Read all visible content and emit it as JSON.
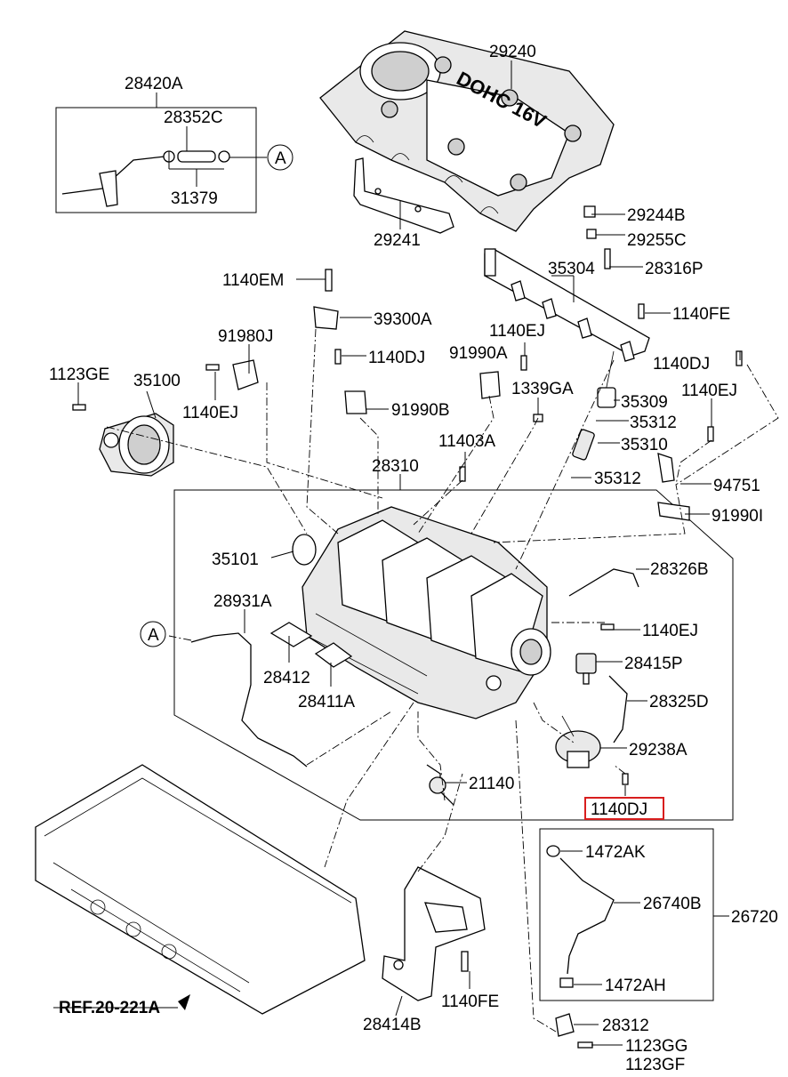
{
  "labels": {
    "p29240": "29240",
    "p28420A": "28420A",
    "p28352C": "28352C",
    "p31379": "31379",
    "p29241": "29241",
    "p29244B": "29244B",
    "p29255C": "29255C",
    "p28316P": "28316P",
    "p35304": "35304",
    "p1140EM": "1140EM",
    "p39300A": "39300A",
    "p1140FE_top": "1140FE",
    "p91980J": "91980J",
    "p1140EJ_a": "1140EJ",
    "p1140DJ_a": "1140DJ",
    "p91990A": "91990A",
    "p1140DJ_b": "1140DJ",
    "p1123GE": "1123GE",
    "p35100": "35100",
    "p1339GA": "1339GA",
    "p35309": "35309",
    "p1140EJ_b": "1140EJ",
    "p1140EJ_c": "1140EJ",
    "p91990B": "91990B",
    "p35312_a": "35312",
    "p11403A": "11403A",
    "p35310": "35310",
    "p28310": "28310",
    "p35312_b": "35312",
    "p94751": "94751",
    "p91990I": "91990I",
    "p35101": "35101",
    "p28326B": "28326B",
    "p28931A": "28931A",
    "p1140EJ_d": "1140EJ",
    "p28415P": "28415P",
    "p28412": "28412",
    "p28411A": "28411A",
    "p28325D": "28325D",
    "p29238A": "29238A",
    "p21140": "21140",
    "p1140DJ_hl": "1140DJ",
    "p1472AK": "1472AK",
    "p26740B": "26740B",
    "p26720": "26720",
    "p1472AH": "1472AH",
    "p28414B": "28414B",
    "p1140FE_bot": "1140FE",
    "p28312": "28312",
    "p1123GG": "1123GG",
    "p1123GF": "1123GF",
    "ref": "REF.20-221A",
    "callout_top": "A",
    "callout_left": "A",
    "cover_text": "DOHC 16V"
  },
  "colors": {
    "highlight": "#d81e1e",
    "ink": "#000000"
  }
}
